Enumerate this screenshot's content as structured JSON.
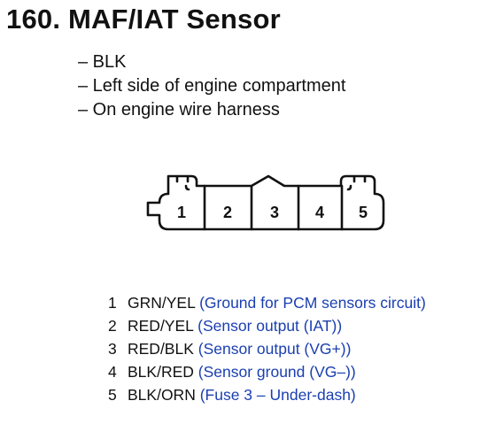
{
  "title": "160. MAF/IAT Sensor",
  "details": [
    "– BLK",
    "– Left side of engine compartment",
    "– On engine wire harness"
  ],
  "connector": {
    "terminals": [
      "1",
      "2",
      "3",
      "4",
      "5"
    ]
  },
  "pins": [
    {
      "num": "1",
      "wire": "GRN/YEL",
      "desc": "(Ground for PCM sensors circuit)"
    },
    {
      "num": "2",
      "wire": "RED/YEL",
      "desc": "(Sensor output (IAT))"
    },
    {
      "num": "3",
      "wire": "RED/BLK",
      "desc": "(Sensor output (VG+))"
    },
    {
      "num": "4",
      "wire": "BLK/RED",
      "desc": "(Sensor ground (VG–))"
    },
    {
      "num": "5",
      "wire": "BLK/ORN",
      "desc": "(Fuse 3 – Under-dash)"
    }
  ],
  "colors": {
    "description_text": "#1a3fb0"
  }
}
